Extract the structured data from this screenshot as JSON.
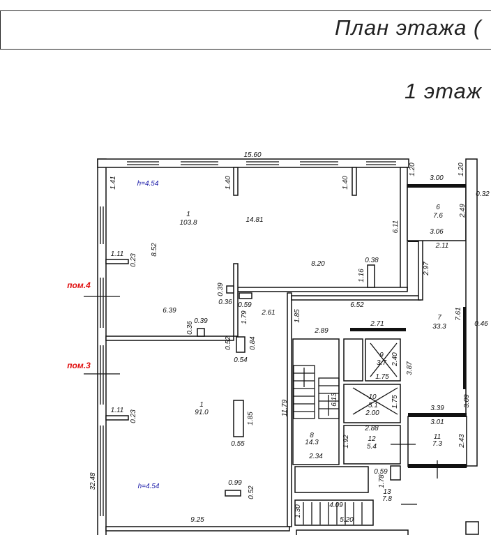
{
  "header": {
    "title": "План этажа (",
    "floor": "1 этаж"
  },
  "labels": [
    {
      "text": "15.60"
    },
    {
      "text": "1.41"
    },
    {
      "text": "h=4.54",
      "kind": "height"
    },
    {
      "text": "1.40"
    },
    {
      "text": "1.40"
    },
    {
      "text": "1.20"
    },
    {
      "text": "3.00"
    },
    {
      "text": "1.20"
    },
    {
      "text": "0.32"
    },
    {
      "text": "1"
    },
    {
      "text": "103.8"
    },
    {
      "text": "14.81"
    },
    {
      "text": "6.11"
    },
    {
      "text": "6"
    },
    {
      "text": "7.6"
    },
    {
      "text": "2.49"
    },
    {
      "text": "3.06"
    },
    {
      "text": "2.11"
    },
    {
      "text": "8.52"
    },
    {
      "text": "1.11"
    },
    {
      "text": "0.23"
    },
    {
      "text": "2.97"
    },
    {
      "text": "8.20"
    },
    {
      "text": "0.38"
    },
    {
      "text": "1.16"
    },
    {
      "text": "пом.4",
      "kind": "room-ref"
    },
    {
      "text": "0.39"
    },
    {
      "text": "0.36"
    },
    {
      "text": "0.59"
    },
    {
      "text": "6.52"
    },
    {
      "text": "7.61"
    },
    {
      "text": "6.39"
    },
    {
      "text": "2.61"
    },
    {
      "text": "1.79"
    },
    {
      "text": "1.85"
    },
    {
      "text": "7"
    },
    {
      "text": "33.3"
    },
    {
      "text": "0.36"
    },
    {
      "text": "0.39"
    },
    {
      "text": "2.71"
    },
    {
      "text": "0.46"
    },
    {
      "text": "2.89"
    },
    {
      "text": "0.52"
    },
    {
      "text": "0.84"
    },
    {
      "text": "0.54"
    },
    {
      "text": "пом.3",
      "kind": "room-ref"
    },
    {
      "text": "9"
    },
    {
      "text": "3.7"
    },
    {
      "text": "2.40"
    },
    {
      "text": "1.75"
    },
    {
      "text": "3.87"
    },
    {
      "text": "6.13"
    },
    {
      "text": "10"
    },
    {
      "text": "5.1"
    },
    {
      "text": "2.00"
    },
    {
      "text": "1.75"
    },
    {
      "text": "1.11"
    },
    {
      "text": "0.23"
    },
    {
      "text": "1"
    },
    {
      "text": "91.0"
    },
    {
      "text": "1.85"
    },
    {
      "text": "11.79"
    },
    {
      "text": "3.39"
    },
    {
      "text": "3.09"
    },
    {
      "text": "3.01"
    },
    {
      "text": "2.88"
    },
    {
      "text": "8"
    },
    {
      "text": "14.3"
    },
    {
      "text": "1.92"
    },
    {
      "text": "12"
    },
    {
      "text": "5.4"
    },
    {
      "text": "11"
    },
    {
      "text": "7.3"
    },
    {
      "text": "2.43"
    },
    {
      "text": "0.55"
    },
    {
      "text": "2.34"
    },
    {
      "text": "0.59"
    },
    {
      "text": "1.78"
    },
    {
      "text": "32.48"
    },
    {
      "text": "h=4.54",
      "kind": "height"
    },
    {
      "text": "0.99"
    },
    {
      "text": "0.52"
    },
    {
      "text": "13"
    },
    {
      "text": "7.8"
    },
    {
      "text": "1.30"
    },
    {
      "text": "4.09"
    },
    {
      "text": "5.20"
    },
    {
      "text": "9.25"
    }
  ]
}
